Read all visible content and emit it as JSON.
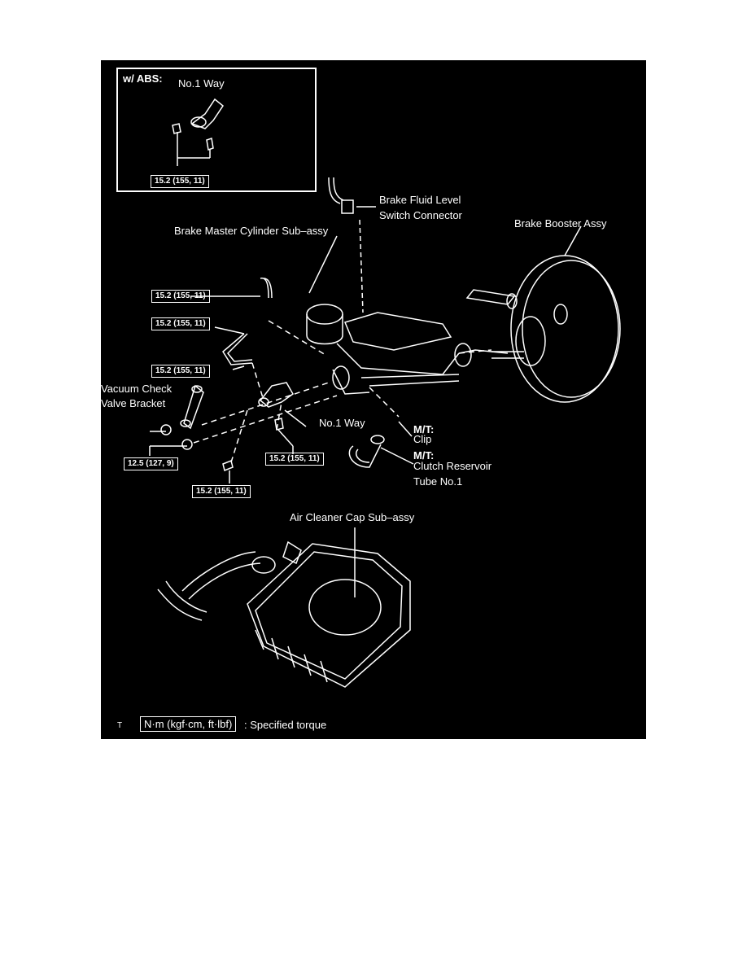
{
  "inset": {
    "title": "w/ ABS:",
    "part": "No.1 Way",
    "torque": "15.2 (155, 11)"
  },
  "labels": {
    "fluid_level_1": "Brake Fluid Level",
    "fluid_level_2": "Switch Connector",
    "booster": "Brake Booster Assy",
    "master_cyl": "Brake Master Cylinder Sub–assy",
    "vacuum_1": "Vacuum Check",
    "vacuum_2": "Valve Bracket",
    "no1way": "No.1 Way",
    "mt1": "M/T:",
    "clip": "Clip",
    "mt2": "M/T:",
    "clutch_1": "Clutch Reservoir",
    "clutch_2": "Tube No.1",
    "air_cleaner": "Air Cleaner Cap Sub–assy"
  },
  "torques": {
    "t1": "15.2 (155, 11)",
    "t2": "15.2 (155, 11)",
    "t3": "15.2 (155, 11)",
    "t4": "12.5 (127, 9)",
    "t5": "15.2 (155, 11)",
    "t6": "15.2 (155, 11)"
  },
  "legend": {
    "symbol": "T",
    "unit": "N·m (kgf·cm, ft·lbf)",
    "text": ": Specified torque"
  }
}
